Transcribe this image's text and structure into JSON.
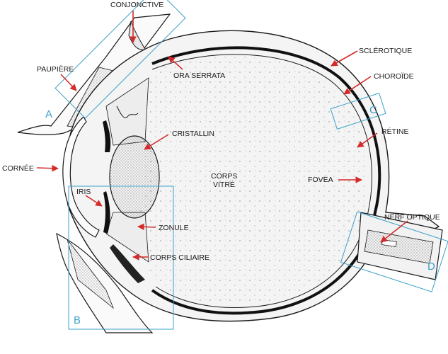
{
  "labels": {
    "conjonctive": "CONJONCTIVE",
    "paupiere": "PAUPIÈRE",
    "ora_serrata": "ORA SERRATA",
    "sclerotique": "SCLÉROTIQUE",
    "choroide": "CHOROÏDE",
    "cristallin": "CRISTALLIN",
    "retine": "RÉTINE",
    "cornee": "CORNÉE",
    "corps_vitre_1": "CORPS",
    "corps_vitre_2": "VITRÉ",
    "fovea": "FOVÉA",
    "iris": "IRIS",
    "nerf_optique": "NERF OPTIQUE",
    "zonule": "ZONULE",
    "corps_ciliaire": "CORPS CILIAIRE"
  },
  "boxes": {
    "a": "A",
    "b": "B",
    "c": "C",
    "d": "D"
  },
  "colors": {
    "arrow": "#d42a2a",
    "box": "#3aa0c8",
    "ink": "#1a1a1a"
  }
}
